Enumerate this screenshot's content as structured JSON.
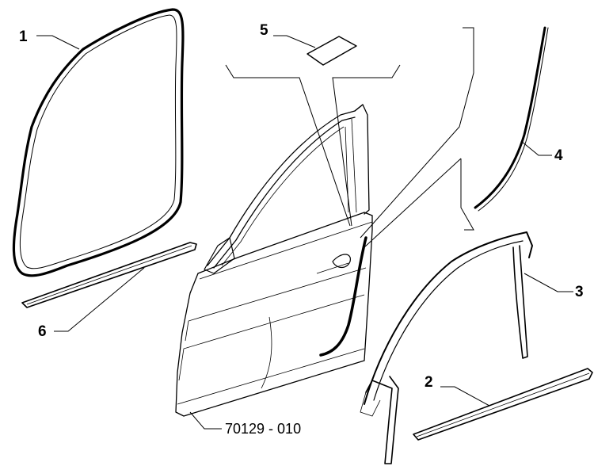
{
  "callouts": [
    {
      "id": "1",
      "label": "1"
    },
    {
      "id": "2",
      "label": "2"
    },
    {
      "id": "3",
      "label": "3"
    },
    {
      "id": "4",
      "label": "4"
    },
    {
      "id": "5",
      "label": "5"
    },
    {
      "id": "6",
      "label": "6"
    }
  ],
  "reference_code": "70129 - 010",
  "colors": {
    "line": "#000000",
    "background": "#ffffff",
    "highlight_seal": "#000000"
  }
}
